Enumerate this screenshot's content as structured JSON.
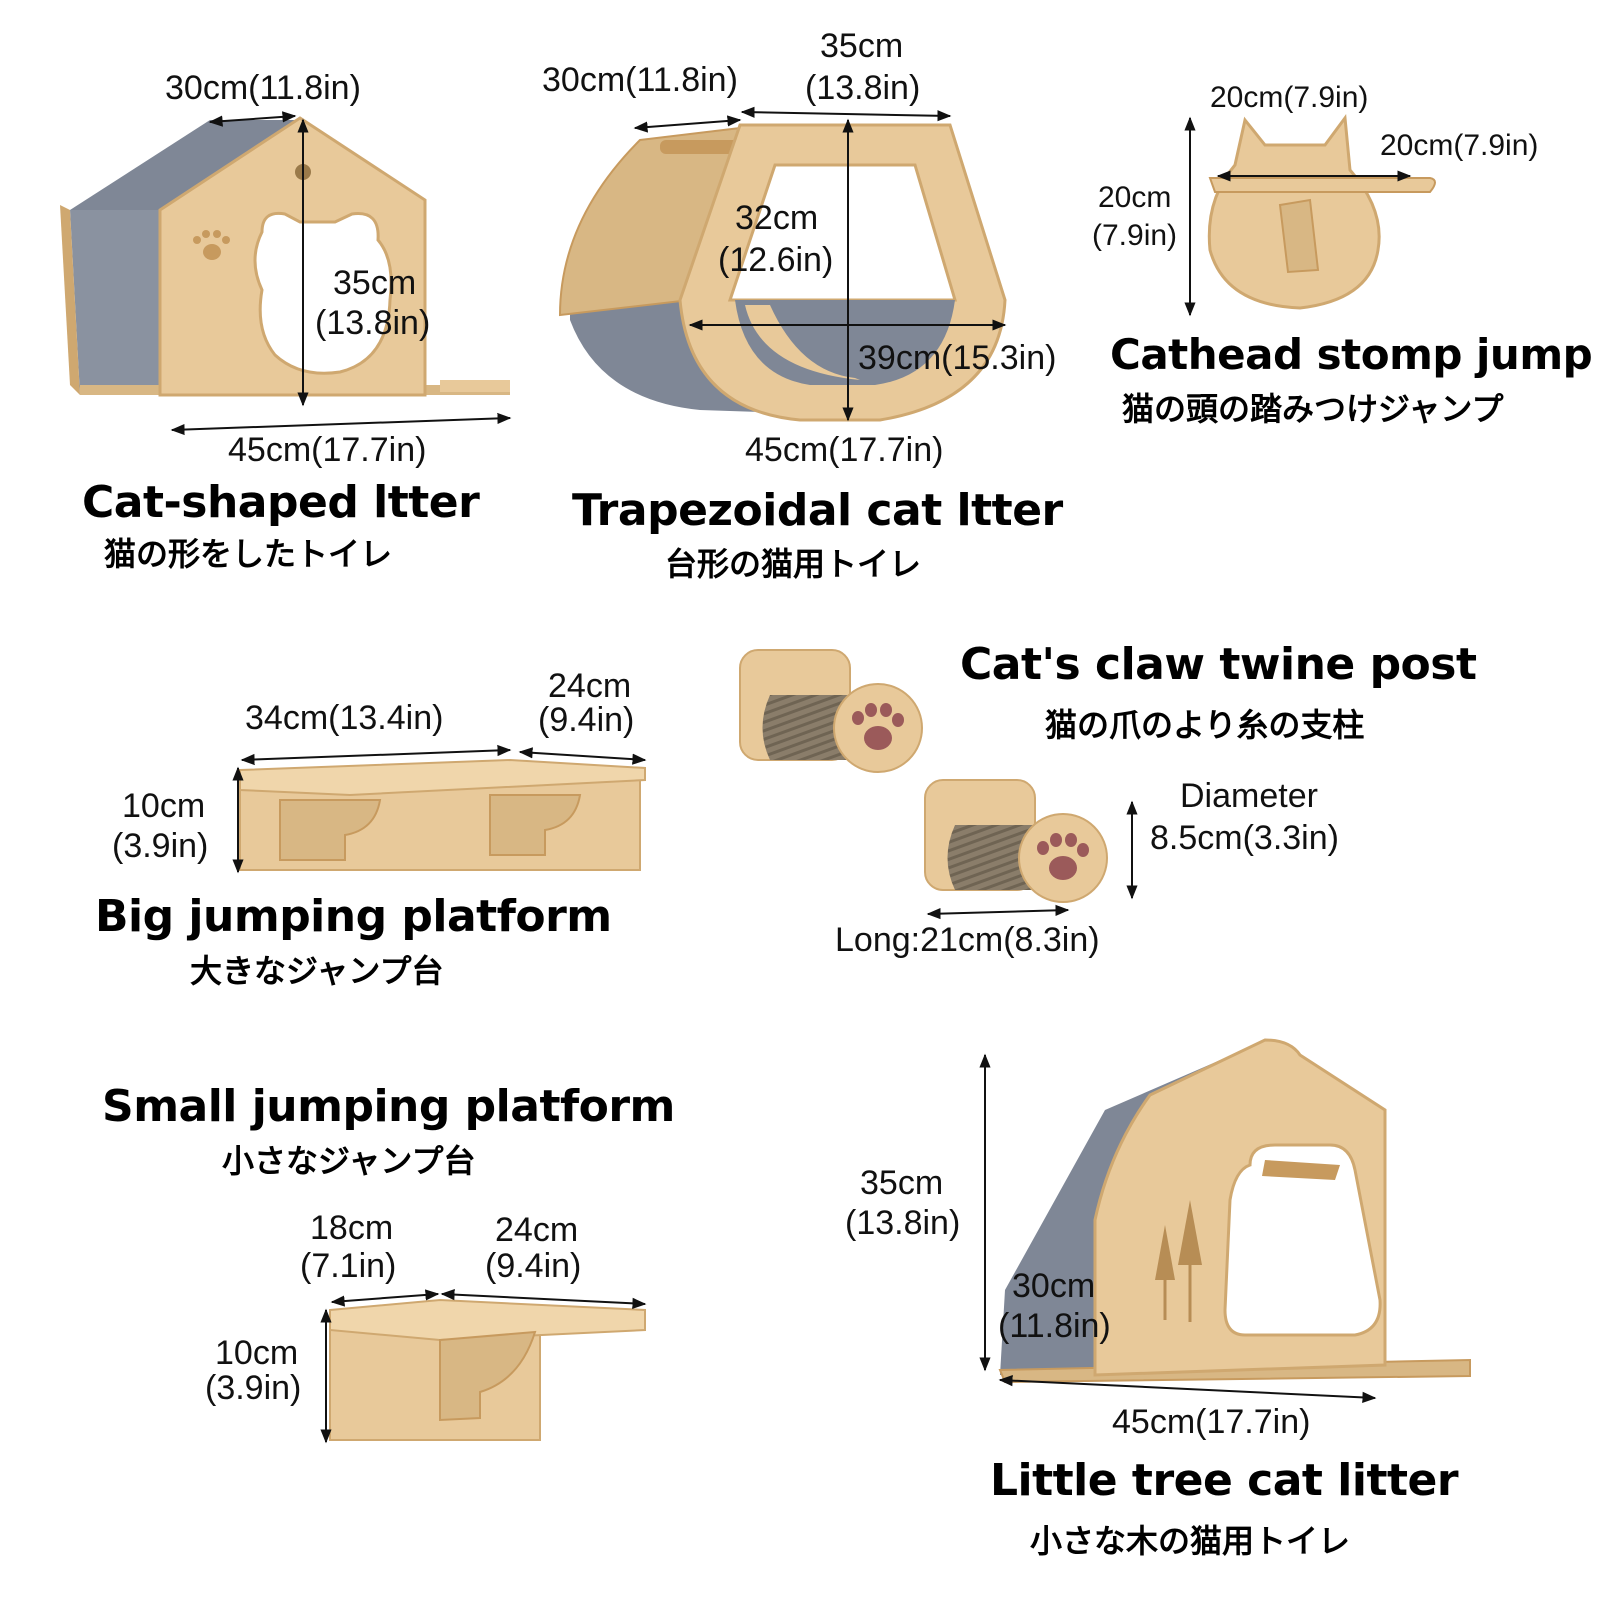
{
  "colors": {
    "wood": "#e8c99a",
    "wood_dark": "#cfa870",
    "felt": "#7f8796",
    "sisal": "#8a7d6a",
    "paw": "#9b5a5a"
  },
  "items": {
    "cat_shaped": {
      "title": "Cat-shaped ltter",
      "jp": "猫の形をしたトイレ",
      "dim_top": "30cm(11.8in)",
      "dim_h1": "35cm",
      "dim_h2": "(13.8in)",
      "dim_bottom": "45cm(17.7in)"
    },
    "trapezoidal": {
      "title": "Trapezoidal cat ltter",
      "jp": "台形の猫用トイレ",
      "dim_depth": "30cm(11.8in)",
      "dim_top1": "35cm",
      "dim_top2": "(13.8in)",
      "dim_h1": "32cm",
      "dim_h2": "(12.6in)",
      "dim_inner": "39cm(15.3in)",
      "dim_bottom": "45cm(17.7in)"
    },
    "cathead": {
      "title": "Cathead stomp jump",
      "jp": "猫の頭の踏みつけジャンプ",
      "dim_top": "20cm(7.9in)",
      "dim_right": "20cm(7.9in)",
      "dim_h1": "20cm",
      "dim_h2": "(7.9in)"
    },
    "claw_post": {
      "title": "Cat's claw twine post",
      "jp": "猫の爪のより糸の支柱",
      "dim_diam1": "Diameter",
      "dim_diam2": "8.5cm(3.3in)",
      "dim_long": "Long:21cm(8.3in)"
    },
    "big_platform": {
      "title": "Big jumping platform",
      "jp": "大きなジャンプ台",
      "dim_width": "34cm(13.4in)",
      "dim_depth1": "24cm",
      "dim_depth2": "(9.4in)",
      "dim_h1": "10cm",
      "dim_h2": "(3.9in)"
    },
    "small_platform": {
      "title": "Small jumping platform",
      "jp": "小さなジャンプ台",
      "dim_width1": "18cm",
      "dim_width2": "(7.1in)",
      "dim_depth1": "24cm",
      "dim_depth2": "(9.4in)",
      "dim_h1": "10cm",
      "dim_h2": "(3.9in)"
    },
    "tree_litter": {
      "title": "Little tree cat litter",
      "jp": "小さな木の猫用トイレ",
      "dim_h1": "35cm",
      "dim_h2": "(13.8in)",
      "dim_d1": "30cm",
      "dim_d2": "(11.8in)",
      "dim_bottom": "45cm(17.7in)"
    }
  }
}
